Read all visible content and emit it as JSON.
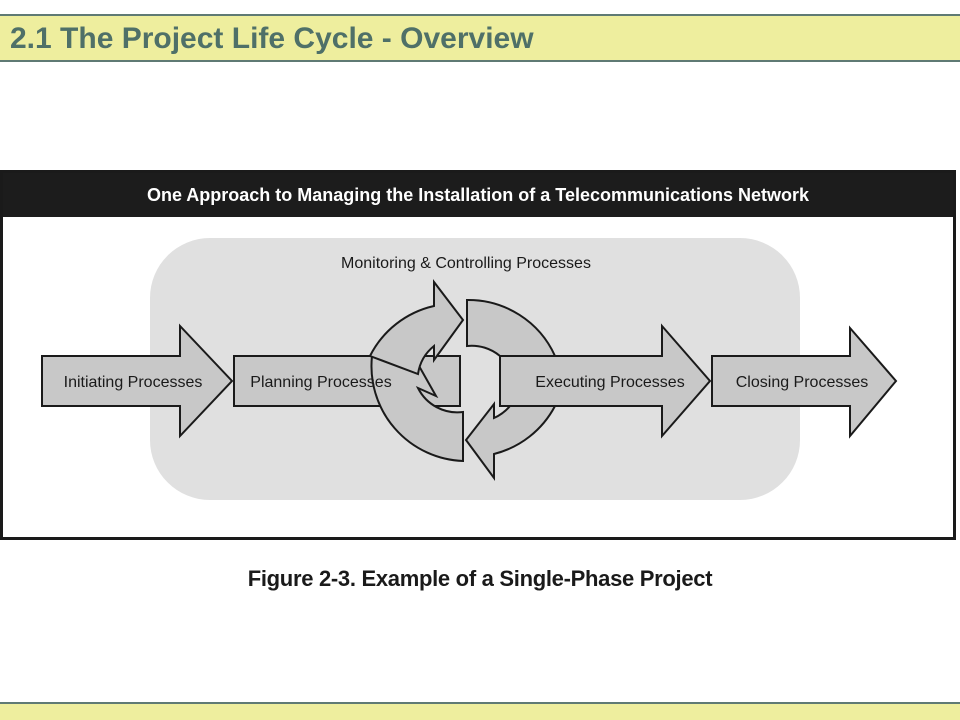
{
  "slide": {
    "title": "2.1 The Project Life Cycle - Overview",
    "accent_color": "#eeee9e",
    "title_color": "#4f7068"
  },
  "figure": {
    "header": "One Approach to Managing the Installation of a Telecommunications Network",
    "monitoring_label": "Monitoring & Controlling Processes",
    "processes": {
      "initiating": "Initiating Processes",
      "planning": "Planning Processes",
      "executing": "Executing Processes",
      "closing": "Closing Processes"
    },
    "caption": "Figure 2-3. Example of a Single-Phase Project"
  }
}
